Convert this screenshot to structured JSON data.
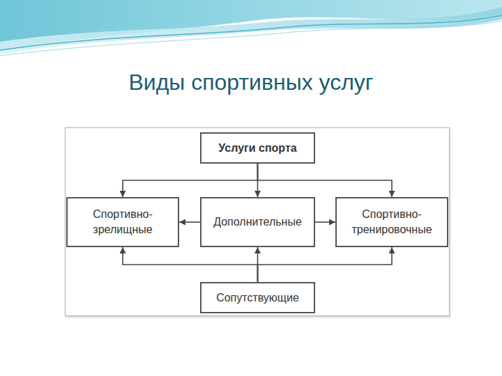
{
  "diagram": {
    "title": "Виды спортивных услуг",
    "nodes": [
      {
        "text": [
          "Услуги спорта"
        ]
      },
      {
        "text": [
          "Спортивно- зрелищные"
        ]
      },
      {
        "text": [
          "Дополнительные"
        ]
      },
      {
        "text": [
          "Спортивно- тренировочные"
        ]
      },
      {
        "text": [
          "Сопутствующие"
        ]
      }
    ],
    "edges": [
      {
        "from": 0,
        "to": 1,
        "arrow": "to"
      },
      {
        "from": 0,
        "to": 2,
        "arrow": "to"
      },
      {
        "from": 0,
        "to": 3,
        "arrow": "to"
      },
      {
        "from": 2,
        "to": 1,
        "arrow": "to"
      },
      {
        "from": 2,
        "to": 3,
        "arrow": "to"
      },
      {
        "from": 4,
        "to": 1,
        "arrow": "to"
      },
      {
        "from": 4,
        "to": 2,
        "arrow": "to"
      },
      {
        "from": 4,
        "to": 3,
        "arrow": "to"
      }
    ]
  }
}
